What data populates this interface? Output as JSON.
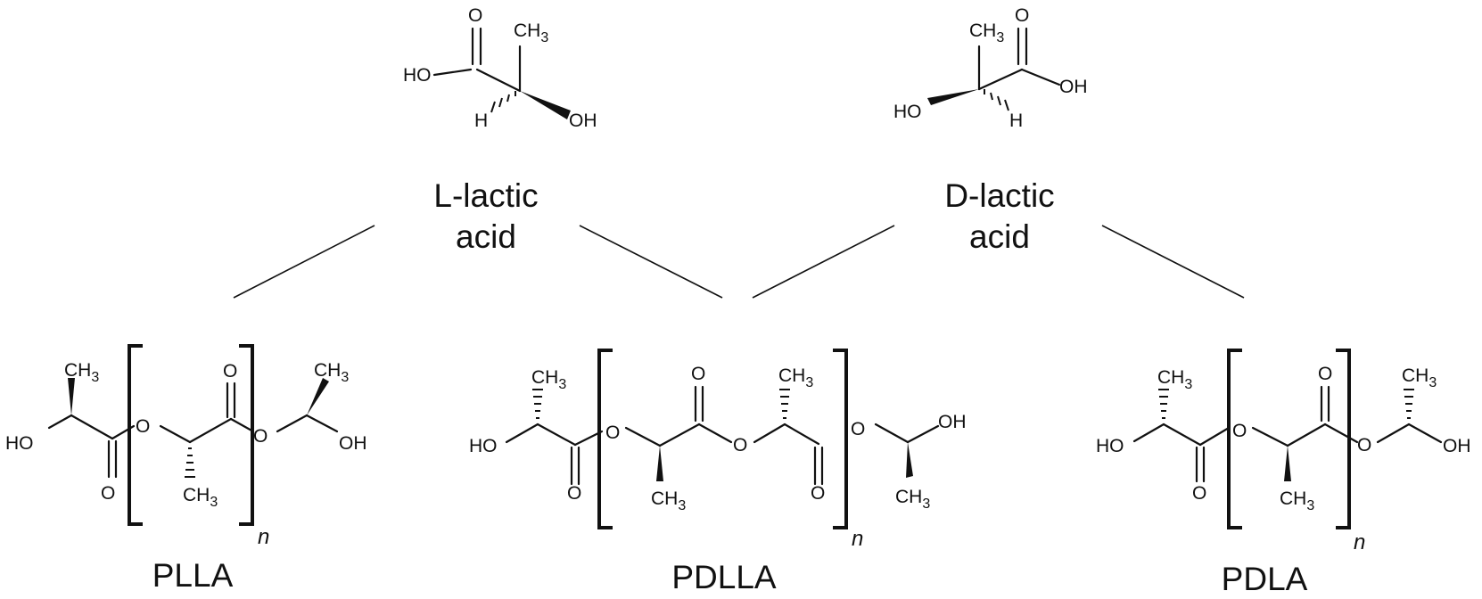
{
  "atoms": {
    "hydroxyl": "HO",
    "hydroxyl_right": "OH",
    "methyl_c": "CH",
    "methyl_sub": "3",
    "oxygen": "O",
    "hydrogen": "H"
  },
  "monomers": {
    "l_lactic": {
      "line1": "L-lactic",
      "line2": "acid"
    },
    "d_lactic": {
      "line1": "D-lactic",
      "line2": "acid"
    }
  },
  "polymers": {
    "plla": {
      "name": "PLLA",
      "repeat_index": "n"
    },
    "pdlla": {
      "name": "PDLLA",
      "repeat_index": "n"
    },
    "pdla": {
      "name": "PDLA",
      "repeat_index": "n"
    }
  }
}
